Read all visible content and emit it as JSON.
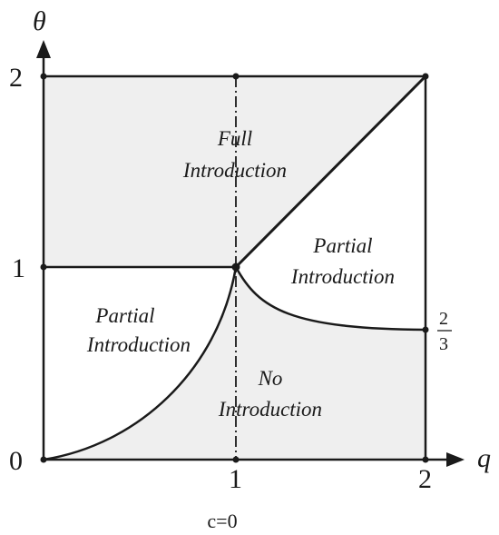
{
  "axes": {
    "x_label": "q",
    "y_label": "θ",
    "x_ticks": [
      "0",
      "1",
      "2"
    ],
    "y_ticks": [
      "0",
      "1",
      "2"
    ],
    "right_tick_numerator": "2",
    "right_tick_denominator": "3"
  },
  "regions": {
    "full_top": "Full",
    "full_bottom": "Introduction",
    "partial_right_top": "Partial",
    "partial_right_bottom": "Introduction",
    "partial_left_top": "Partial",
    "partial_left_bottom": "Introduction",
    "no_top": "No",
    "no_bottom": "Introduction"
  },
  "caption": "c=0",
  "colors": {
    "shaded": "#efefef",
    "line": "#1a1a1a"
  }
}
